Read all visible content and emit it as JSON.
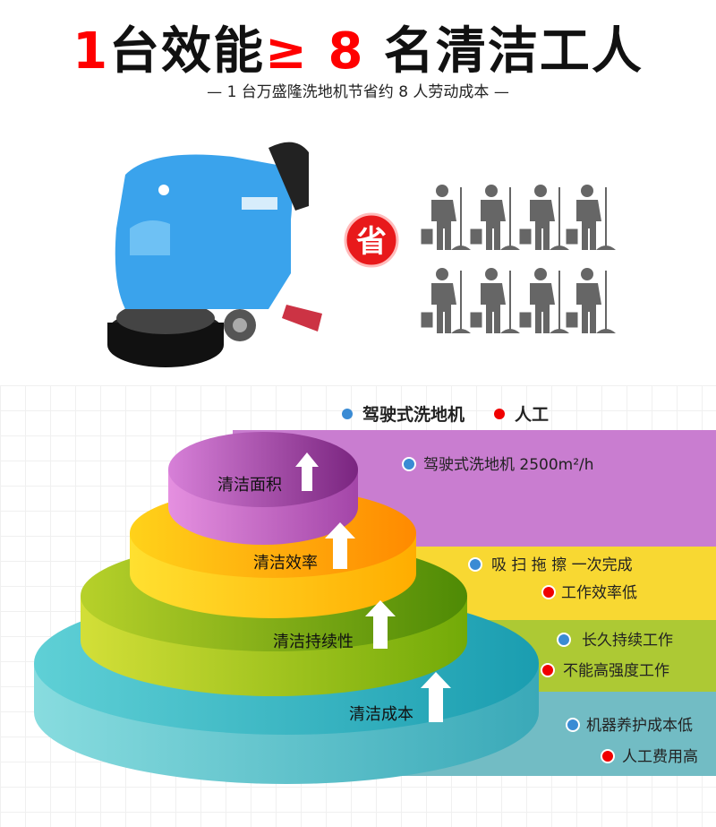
{
  "header": {
    "title_num": "1",
    "title_a": "台效能",
    "title_ge": "≥ 8",
    "title_b": " 名清洁工人",
    "subtitle": "— 1 台万盛隆洗地机节省约 8 人劳动成本 —"
  },
  "save_badge": "省",
  "legend": {
    "machine": "驾驶式洗地机",
    "human": "人工"
  },
  "tiers": [
    {
      "label": "清洁面积",
      "machine": "驾驶式洗地机 2500m²/h"
    },
    {
      "label": "清洁效率",
      "machine": "吸 扫 拖 擦 一次完成",
      "human": "工作效率低"
    },
    {
      "label": "清洁持续性",
      "machine": "长久持续工作",
      "human": "不能高强度工作"
    },
    {
      "label": "清洁成本",
      "machine": "机器养护成本低",
      "human": "人工费用高"
    }
  ],
  "colors": {
    "blue_dot": "#3a8bd4",
    "red_dot": "#f00000",
    "purple": "#c97dd0",
    "yellow": "#f8d832",
    "green": "#adc934",
    "teal": "#72bcc4"
  }
}
